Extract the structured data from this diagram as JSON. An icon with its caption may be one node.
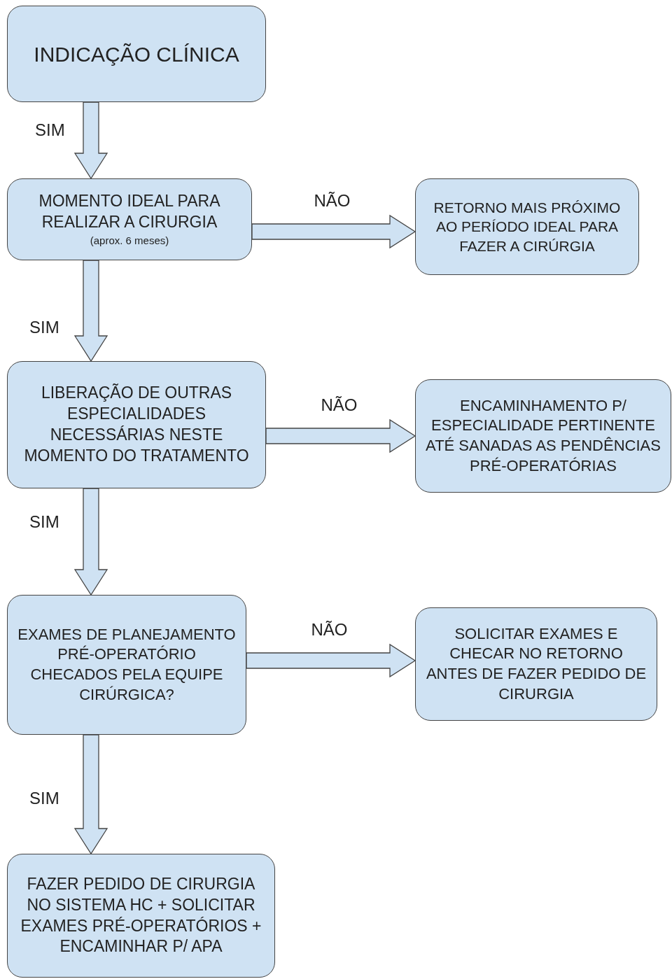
{
  "diagram": {
    "nodes": [
      {
        "text": [
          "INDICAÇÃO CLÍNICA"
        ]
      },
      {
        "text": [
          "MOMENTO IDEAL PARA REALIZAR A CIRURGIA",
          "(aprox. 6 meses)"
        ]
      },
      {
        "text": [
          "RETORNO MAIS PRÓXIMO AO PERÍODO IDEAL PARA FAZER A CIRÚRGIA"
        ]
      },
      {
        "text": [
          "LIBERAÇÃO DE OUTRAS ESPECIALIDADES NECESSÁRIAS NESTE MOMENTO DO TRATAMENTO"
        ]
      },
      {
        "text": [
          "ENCAMINHAMENTO P/ ESPECIALIDADE PERTINENTE ATÉ SANADAS AS  PENDÊNCIAS PRÉ-OPERATÓRIAS"
        ]
      },
      {
        "text": [
          "EXAMES DE PLANEJAMENTO PRÉ-OPERATÓRIO CHECADOS PELA EQUIPE CIRÚRGICA?"
        ]
      },
      {
        "text": [
          "SOLICITAR EXAMES E CHECAR NO RETORNO ANTES DE FAZER PEDIDO DE CIRURGIA"
        ]
      },
      {
        "text": [
          "FAZER PEDIDO DE CIRURGIA NO SISTEMA HC + SOLICITAR EXAMES PRÉ-OPERATÓRIOS + ENCAMINHAR P/ APA"
        ]
      }
    ],
    "edges": [
      {
        "from": 0,
        "to": 1,
        "arrow": "to",
        "label": "SIM"
      },
      {
        "from": 1,
        "to": 2,
        "arrow": "to",
        "label": "NÃO"
      },
      {
        "from": 1,
        "to": 3,
        "arrow": "to",
        "label": "SIM"
      },
      {
        "from": 3,
        "to": 4,
        "arrow": "to",
        "label": "NÃO"
      },
      {
        "from": 3,
        "to": 5,
        "arrow": "to",
        "label": "SIM"
      },
      {
        "from": 5,
        "to": 6,
        "arrow": "to",
        "label": "NÃO"
      },
      {
        "from": 5,
        "to": 7,
        "arrow": "to",
        "label": "SIM"
      }
    ]
  }
}
